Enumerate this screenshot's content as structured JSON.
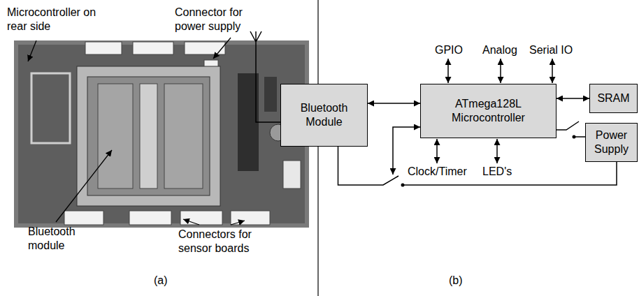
{
  "diagram": {
    "nodes": [
      {
        "text": [
          "Bluetooth Module"
        ]
      },
      {
        "text": [
          "ATmega128L Microcontroller"
        ]
      },
      {
        "text": [
          "SRAM"
        ]
      },
      {
        "text": [
          "Power Supply"
        ]
      }
    ],
    "edges": [
      {
        "from": 0,
        "to": 1,
        "arrow": "both"
      },
      {
        "from": 1,
        "to": 2,
        "arrow": "both"
      },
      {
        "from": 1,
        "to": 3,
        "arrow": "none"
      },
      {
        "from": 0,
        "to": 3,
        "arrow": "none"
      }
    ],
    "labels": [
      "Microcontroller on rear side",
      "Connector for power supply",
      "Bluetooth module",
      "Connectors for sensor boards",
      "(a)",
      "GPIO",
      "Analog",
      "Serial IO",
      "Clock/Timer",
      "LED's",
      "(b)"
    ]
  }
}
